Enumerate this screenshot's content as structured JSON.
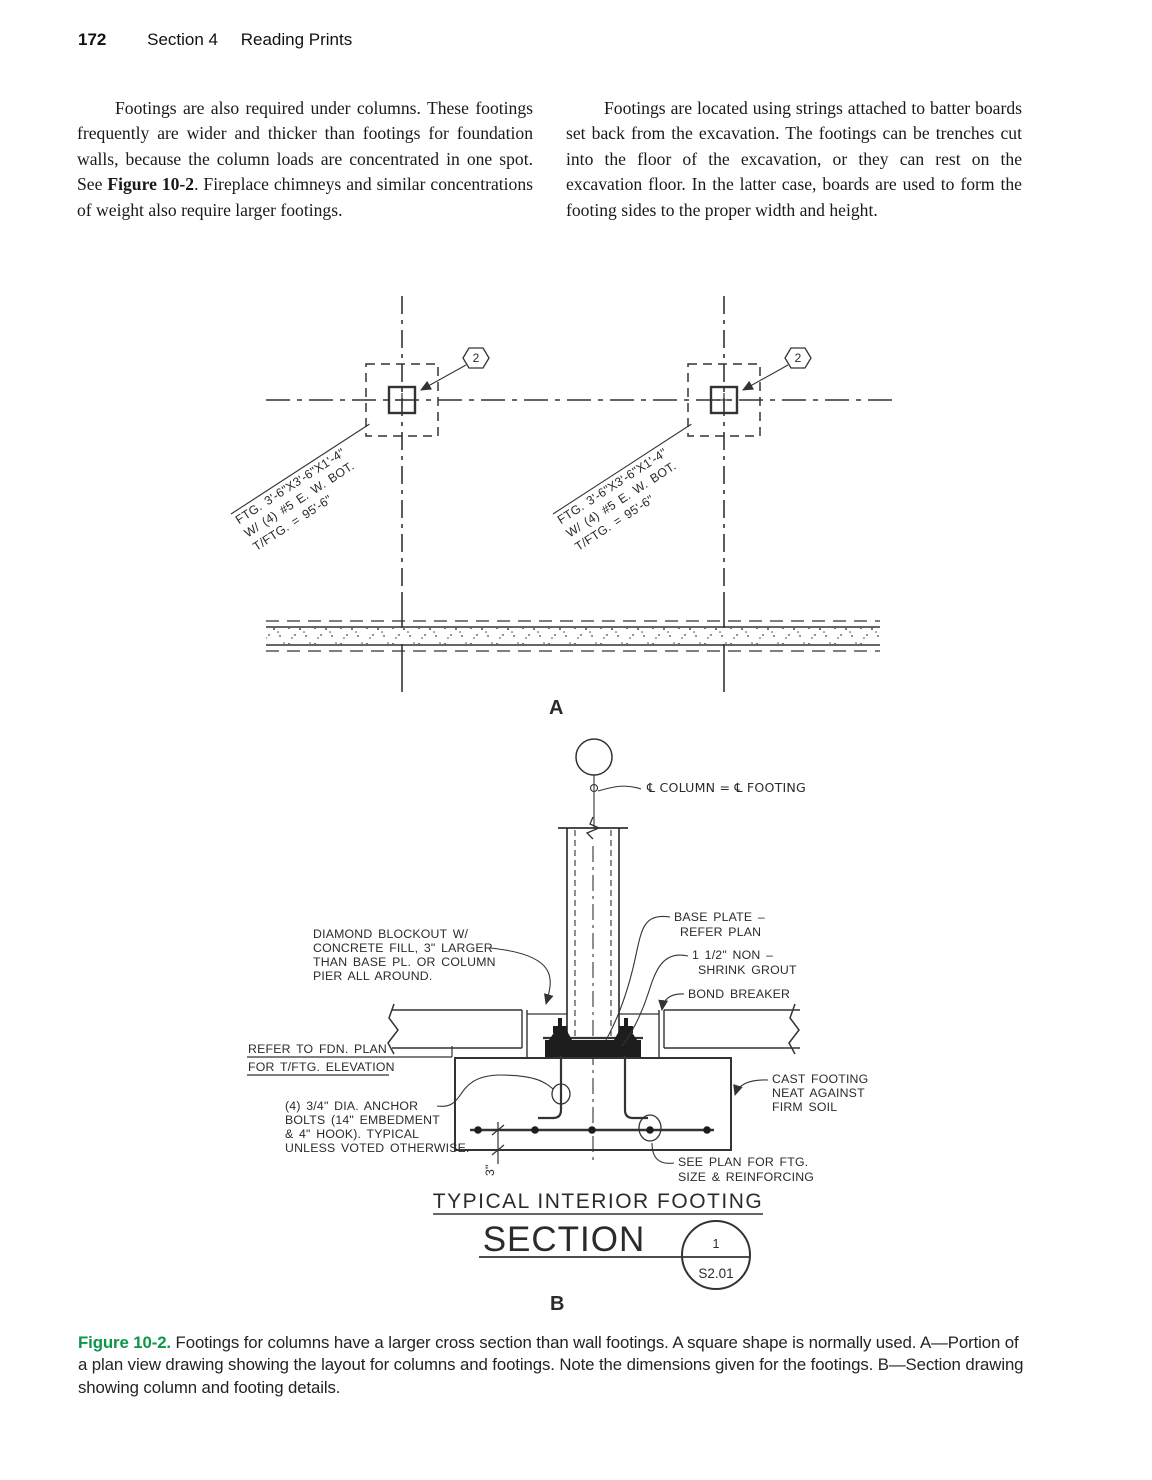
{
  "header": {
    "page_number": "172",
    "section_title": "Section 4",
    "chapter_title": "Reading Prints"
  },
  "body": {
    "left_para": {
      "pre": "Footings are also required under columns. These footings frequently are wider and thicker than footings for foundation walls, because the column loads are concentrated in one spot. See ",
      "bold": "Figure 10-2",
      "post": ". Fireplace chimneys and similar concentrations of weight also require larger footings."
    },
    "right_para": "Footings are located using strings attached to batter boards set back from the excavation. The footings can be trenches cut into the floor of the excavation, or they can rest on the excavation floor. In the latter case, boards are used to form the footing sides to the proper width and height."
  },
  "figure": {
    "part_a_label": "A",
    "part_b_label": "B",
    "plan": {
      "column_bubble": "2",
      "note": [
        "FTG. 3'-6\"X3'-6\"X1'-4\"",
        "W/ (4) #5 E. W. BOT.",
        "T/FTG. = 95'-6\""
      ]
    },
    "section": {
      "centerline_note": "℄ COLUMN  =  ℄ FOOTING",
      "diamond": [
        "DIAMOND BLOCKOUT W/",
        "CONCRETE FILL, 3\" LARGER",
        "THAN BASE PL. OR COLUMN",
        "PIER ALL AROUND."
      ],
      "refer": [
        "REFER TO FDN. PLAN",
        "FOR T/FTG. ELEVATION"
      ],
      "anchor": [
        "(4) 3/4\" DIA. ANCHOR",
        "BOLTS (14\" EMBEDMENT",
        "& 4\" HOOK). TYPICAL",
        "UNLESS VOTED OTHERWISE."
      ],
      "base_plate": [
        "BASE PLATE –",
        "REFER PLAN"
      ],
      "grout": [
        "1 1/2\" NON –",
        "SHRINK GROUT"
      ],
      "bond_breaker": "BOND BREAKER",
      "cast": [
        "CAST FOOTING",
        "NEAT AGAINST",
        "FIRM SOIL"
      ],
      "see_plan": [
        "SEE PLAN FOR FTG.",
        "SIZE & REINFORCING"
      ],
      "dim_3": "3\"",
      "title": "TYPICAL INTERIOR FOOTING",
      "section_word": "SECTION",
      "detail_number": "1",
      "sheet_number": "S2.01"
    }
  },
  "caption": {
    "label": "Figure 10-2.",
    "text": " Footings for columns have a larger cross section than wall footings. A square shape is normally used. A—Portion of a plan view drawing showing the layout for columns and footings. Note the dimensions given for the footings. B—Section drawing showing column and footing details."
  },
  "colors": {
    "figure_label_green": "#0c9648",
    "part_label_blue": "#1878be",
    "drawing_ink": "#333333"
  }
}
